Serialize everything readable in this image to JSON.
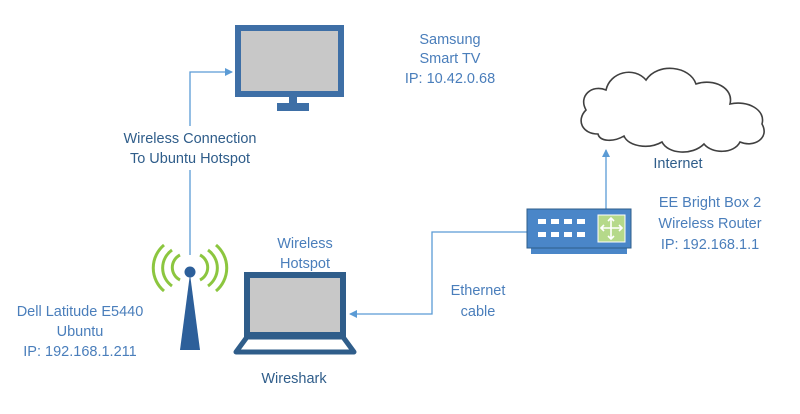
{
  "tv": {
    "lines": [
      "Samsung",
      "Smart TV",
      "IP: 10.42.0.68"
    ]
  },
  "wireless_connection": {
    "lines": [
      "Wireless Connection",
      "To Ubuntu Hotspot"
    ]
  },
  "internet": {
    "label": "Internet"
  },
  "router": {
    "lines": [
      "EE Bright Box 2",
      "Wireless Router",
      "IP: 192.168.1.1"
    ]
  },
  "hotspot": {
    "lines": [
      "Wireless",
      "Hotspot"
    ]
  },
  "ethernet": {
    "lines": [
      "Ethernet",
      "cable"
    ]
  },
  "laptop_host": {
    "lines": [
      "Dell Latitude E5440",
      "Ubuntu",
      "IP: 192.168.1.211"
    ]
  },
  "wireshark": {
    "label": "Wireshark"
  },
  "colors": {
    "line": "#5b9bd5",
    "device_fill": "#c8c8c8",
    "device_stroke": "#3e6fa6",
    "text": "#4a7ebb",
    "antenna_green": "#8cc63f",
    "router_fill": "#4a86c8",
    "router_panel": "#b5d98a"
  }
}
